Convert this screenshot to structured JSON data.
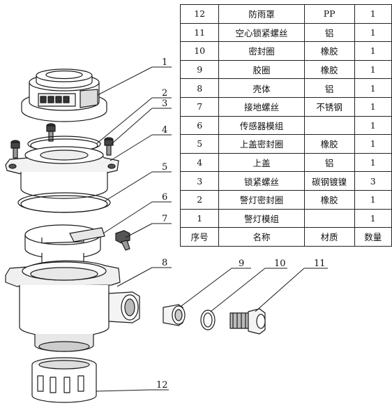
{
  "bom": {
    "rows": [
      {
        "no": "12",
        "name": "防雨罩",
        "material": "PP",
        "qty": "1"
      },
      {
        "no": "11",
        "name": "空心锁紧螺丝",
        "material": "铝",
        "qty": "1"
      },
      {
        "no": "10",
        "name": "密封圈",
        "material": "橡胶",
        "qty": "1"
      },
      {
        "no": "9",
        "name": "胶圈",
        "material": "橡胶",
        "qty": "1"
      },
      {
        "no": "8",
        "name": "壳体",
        "material": "铝",
        "qty": "1"
      },
      {
        "no": "7",
        "name": "接地螺丝",
        "material": "不锈钢",
        "qty": "1"
      },
      {
        "no": "6",
        "name": "传感器模组",
        "material": "",
        "qty": "1"
      },
      {
        "no": "5",
        "name": "上盖密封圈",
        "material": "橡胶",
        "qty": "1"
      },
      {
        "no": "4",
        "name": "上盖",
        "material": "铝",
        "qty": "1"
      },
      {
        "no": "3",
        "name": "锁紧螺丝",
        "material": "碳钢镀镍",
        "qty": "3"
      },
      {
        "no": "2",
        "name": "警灯密封圈",
        "material": "橡胶",
        "qty": "1"
      },
      {
        "no": "1",
        "name": "警灯模组",
        "material": "",
        "qty": "1"
      }
    ],
    "header": {
      "no": "序号",
      "name": "名称",
      "material": "材质",
      "qty": "数量"
    }
  },
  "callouts": {
    "c1": "1",
    "c2": "2",
    "c3": "3",
    "c4": "4",
    "c5": "5",
    "c6": "6",
    "c7": "7",
    "c8": "8",
    "c9": "9",
    "c10": "10",
    "c11": "11",
    "c12": "12"
  }
}
